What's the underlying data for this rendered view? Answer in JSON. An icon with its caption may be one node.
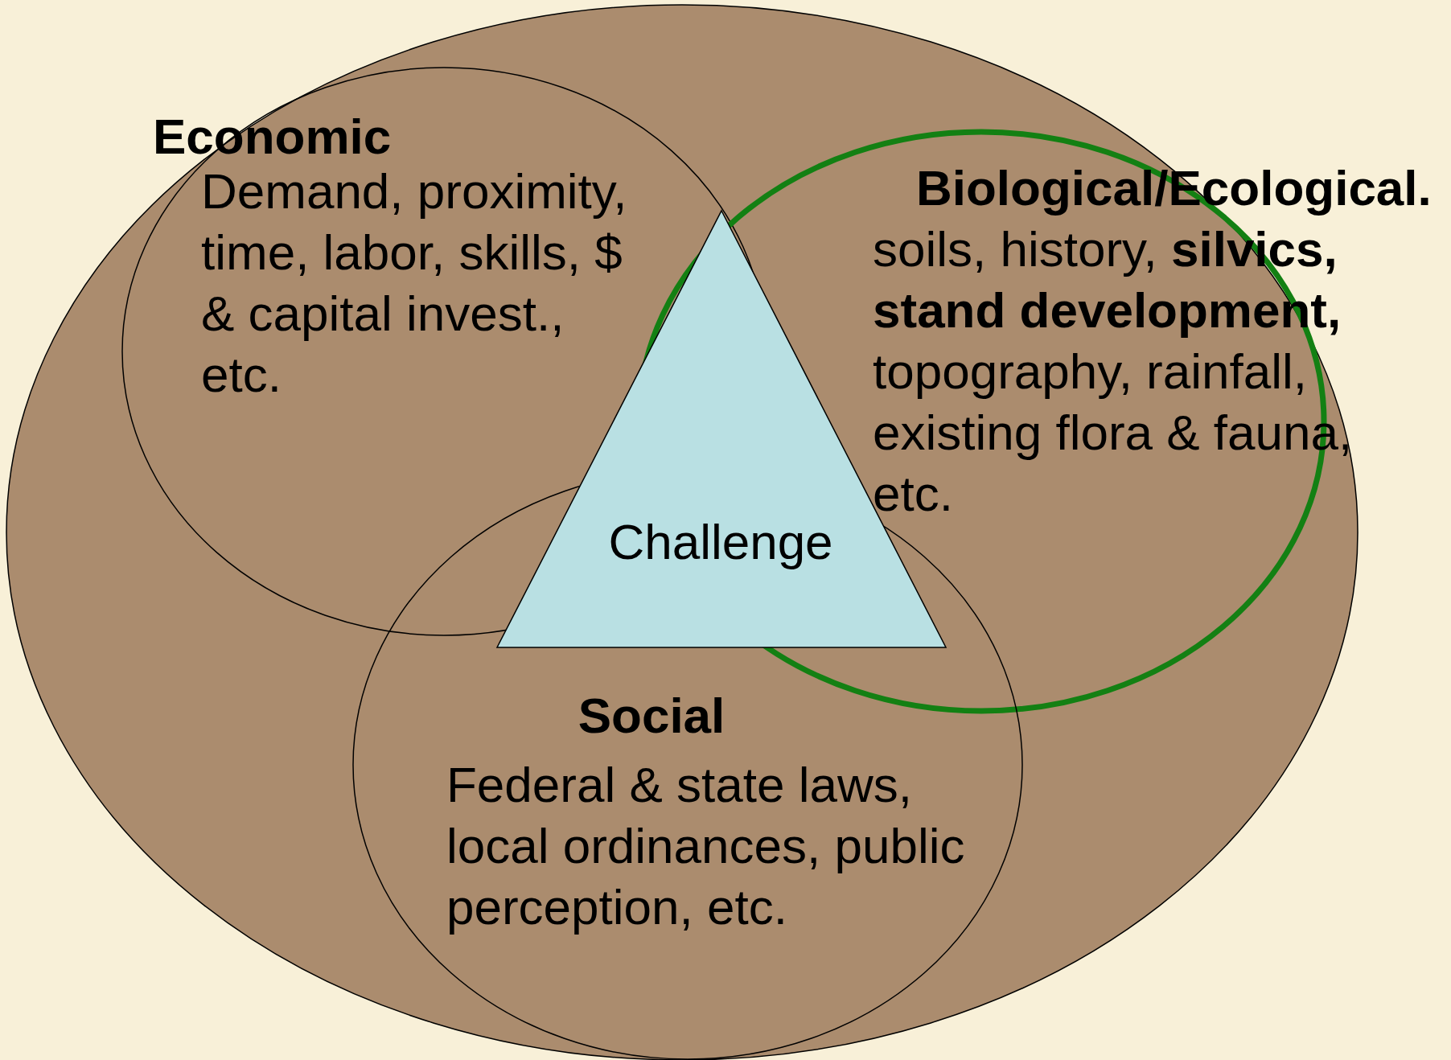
{
  "diagram": {
    "nodes": [
      {
        "text": [],
        "shape": "circle"
      },
      {
        "text": [
          "Economic",
          "Demand, proximity, time, labor, skills, $ & capital invest., etc."
        ],
        "in": 0
      },
      {
        "text": [
          "Biological/Ecological.",
          "soils, history, **silvics, stand development,** topography, rainfall, existing flora & fauna, etc."
        ],
        "in": 0
      },
      {
        "text": [
          "Social",
          "Federal & state laws, local ordinances, public perception, etc."
        ],
        "in": 0
      },
      {
        "text": [
          "Challenge"
        ],
        "in": 0
      }
    ]
  }
}
